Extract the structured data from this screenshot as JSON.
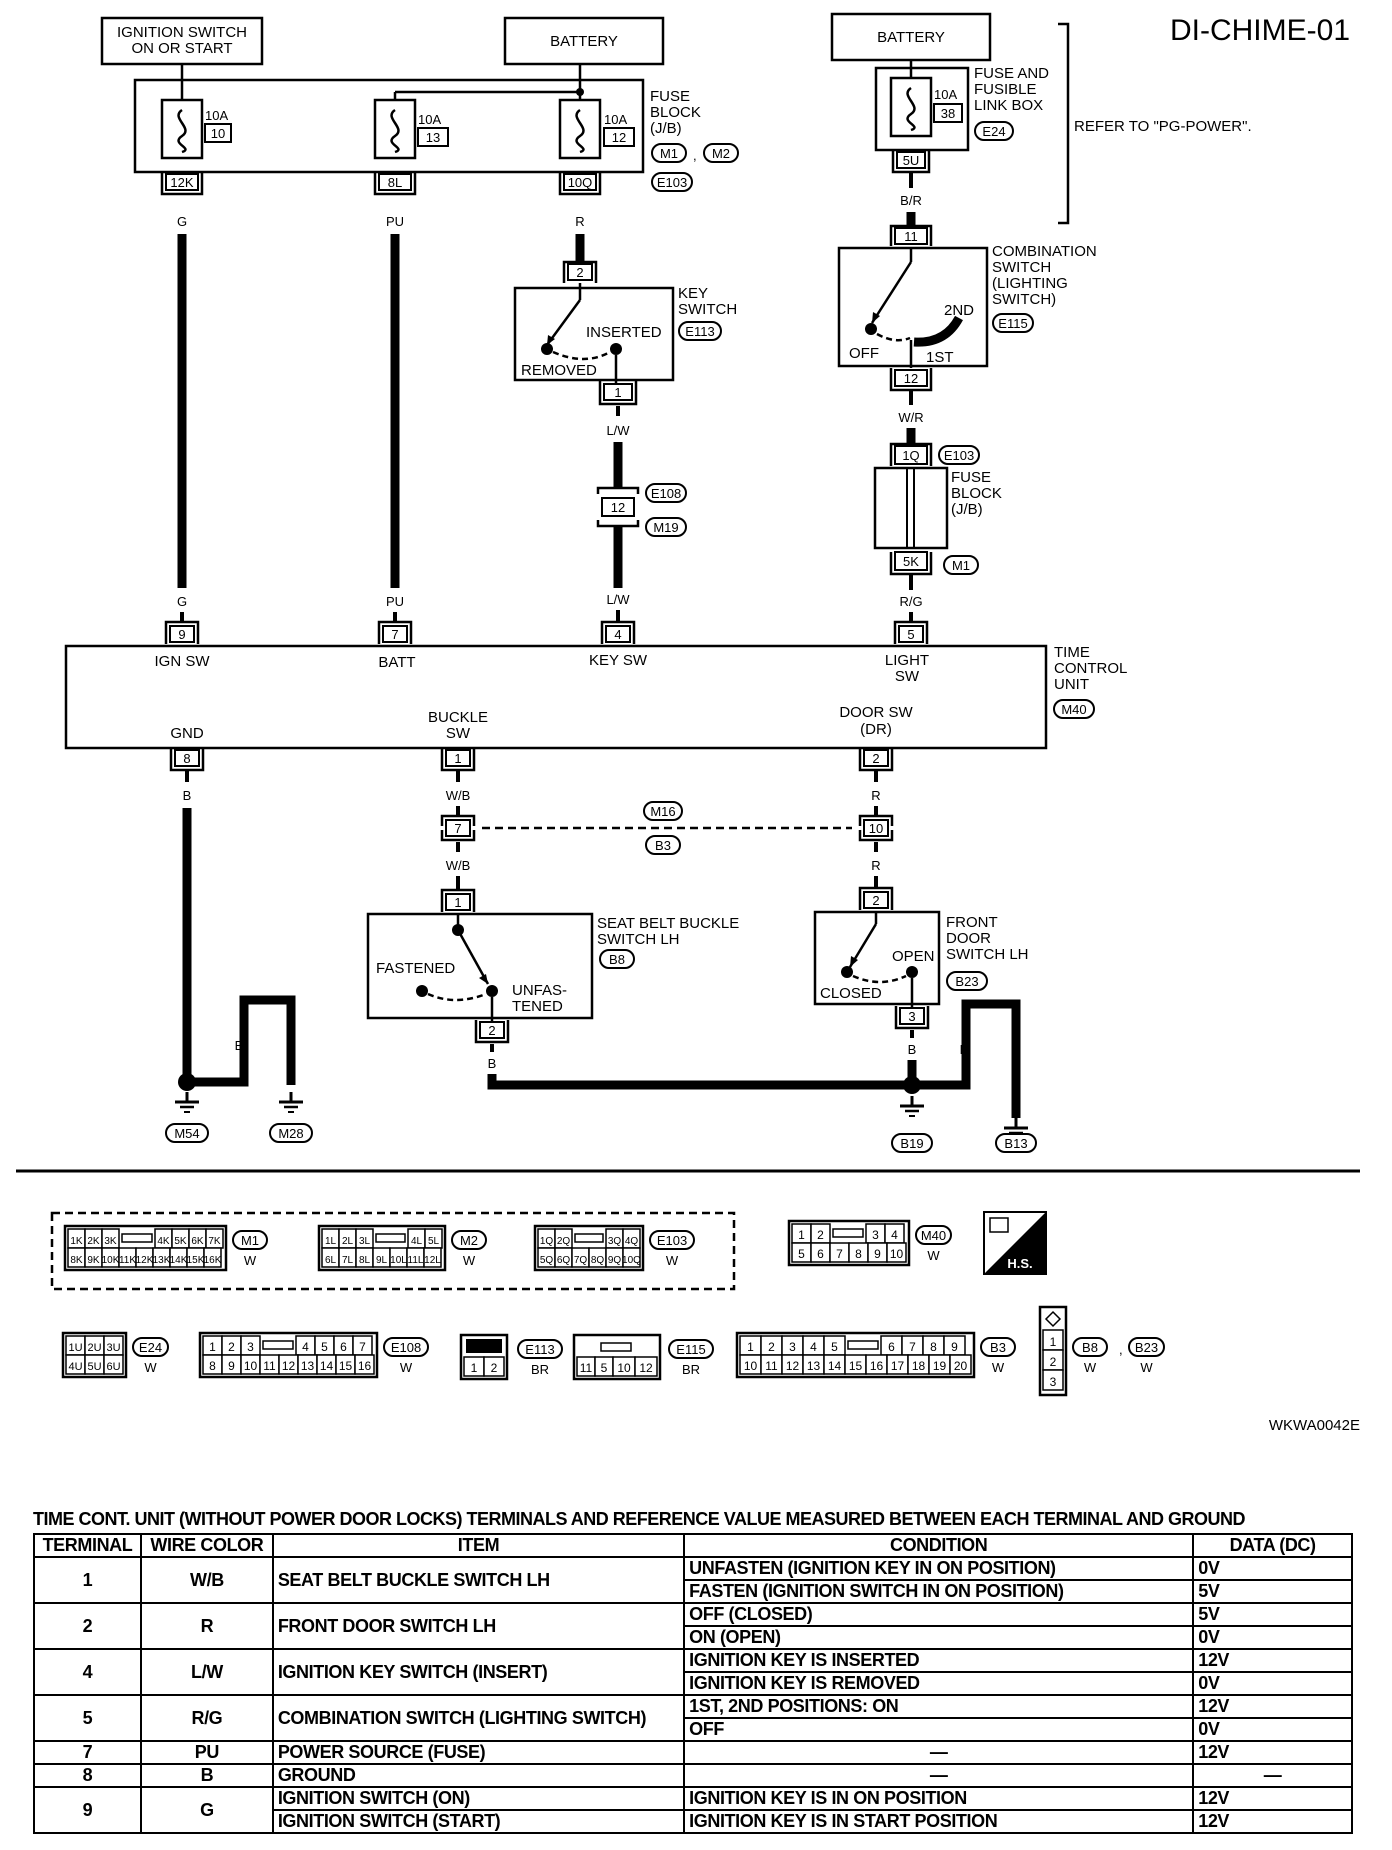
{
  "diagram_id": "DI-CHIME-01",
  "doc_code": "WKWA0042E",
  "refer_note": "REFER TO \"PG-POWER\".",
  "top": {
    "ign_switch": [
      "IGNITION SWITCH",
      "ON OR START"
    ],
    "battery1": "BATTERY",
    "battery2": "BATTERY",
    "fuse_block_label": [
      "FUSE",
      "BLOCK",
      "(J/B)"
    ],
    "fuse_block_conns": [
      "M1",
      "M2",
      "E103"
    ],
    "fuse_link_box_label": [
      "FUSE AND",
      "FUSIBLE",
      "LINK BOX"
    ],
    "fuse_link_box_conn": "E24",
    "fuses": [
      {
        "amp": "10A",
        "num": "10",
        "term": "12K",
        "wire": "G"
      },
      {
        "amp": "10A",
        "num": "13",
        "term": "8L",
        "wire": "PU"
      },
      {
        "amp": "10A",
        "num": "12",
        "term": "10Q",
        "wire": "R"
      },
      {
        "amp": "10A",
        "num": "38",
        "term": "5U",
        "wire": "B/R"
      }
    ]
  },
  "key_switch": {
    "label": [
      "KEY",
      "SWITCH"
    ],
    "conn": "E113",
    "pin_in": "2",
    "pin_out": "1",
    "inserted": "INSERTED",
    "removed": "REMOVED",
    "wire_out": "L/W",
    "joint": "12",
    "joint_conns": [
      "E108",
      "M19"
    ],
    "wire_after": "L/W"
  },
  "combo_switch": {
    "label": [
      "COMBINATION",
      "SWITCH",
      "(LIGHTING",
      "SWITCH)"
    ],
    "conn": "E115",
    "pin_in": "11",
    "pin_out": "12",
    "off": "OFF",
    "first": "1ST",
    "second": "2ND",
    "wire_out": "W/R"
  },
  "fuse_block2": {
    "label": [
      "FUSE",
      "BLOCK",
      "(J/B)"
    ],
    "term_in": "1Q",
    "conn_in": "E103",
    "term_out": "5K",
    "conn_out": "M1",
    "wire_out": "R/G"
  },
  "tcu": {
    "label": [
      "TIME",
      "CONTROL",
      "UNIT"
    ],
    "conn": "M40",
    "top_pins": [
      {
        "pin": "9",
        "name": "IGN SW",
        "wire": "G"
      },
      {
        "pin": "7",
        "name": "BATT",
        "wire": "PU"
      },
      {
        "pin": "4",
        "name": "KEY SW",
        "wire": "L/W"
      },
      {
        "pin": "5",
        "name": "LIGHT",
        "name2": "SW",
        "wire": "R/G"
      }
    ],
    "bottom_pins": [
      {
        "pin": "8",
        "name": "GND",
        "wire": "B"
      },
      {
        "pin": "1",
        "name": "BUCKLE",
        "name2": "SW",
        "wire": "W/B"
      },
      {
        "pin": "2",
        "name": "DOOR SW",
        "name2": "(DR)",
        "wire": "R"
      }
    ]
  },
  "harness_joint": {
    "pin_left": "7",
    "pin_right": "10",
    "conns": [
      "M16",
      "B3"
    ],
    "wire_left": "W/B",
    "wire_right": "R"
  },
  "seat_belt": {
    "label": [
      "SEAT BELT BUCKLE",
      "SWITCH LH"
    ],
    "conn": "B8",
    "pin_in": "1",
    "pin_out": "2",
    "fastened": "FASTENED",
    "unfastened": [
      "UNFAS-",
      "TENED"
    ],
    "wire_out": "B"
  },
  "door_switch": {
    "label": [
      "FRONT",
      "DOOR",
      "SWITCH LH"
    ],
    "conn": "B23",
    "pin_in": "2",
    "pin_out": "3",
    "open": "OPEN",
    "closed": "CLOSED",
    "wire_out": "B"
  },
  "grounds": {
    "wires": [
      "B",
      "B",
      "B",
      "B",
      "B",
      "B"
    ],
    "labels": [
      "M54",
      "M28",
      "B19",
      "B13"
    ]
  },
  "connector_views": {
    "m1": {
      "top": [
        "1K",
        "2K",
        "3K",
        "4K",
        "5K",
        "6K",
        "7K"
      ],
      "bottom": [
        "8K",
        "9K",
        "10K",
        "11K",
        "12K",
        "13K",
        "14K",
        "15K",
        "16K"
      ],
      "code": "M1",
      "color": "W"
    },
    "m2": {
      "top": [
        "1L",
        "2L",
        "3L",
        "4L",
        "5L"
      ],
      "bottom": [
        "6L",
        "7L",
        "8L",
        "9L",
        "10L",
        "11L",
        "12L"
      ],
      "code": "M2",
      "color": "W"
    },
    "e103": {
      "top": [
        "1Q",
        "2Q",
        "3Q",
        "4Q"
      ],
      "bottom": [
        "5Q",
        "6Q",
        "7Q",
        "8Q",
        "9Q",
        "10Q"
      ],
      "code": "E103",
      "color": "W"
    },
    "m40": {
      "top": [
        "1",
        "2",
        "3",
        "4"
      ],
      "bottom": [
        "5",
        "6",
        "7",
        "8",
        "9",
        "10"
      ],
      "code": "M40",
      "color": "W"
    },
    "hs": "H.S.",
    "e24": {
      "top": [
        "1U",
        "2U",
        "3U"
      ],
      "bottom": [
        "4U",
        "5U",
        "6U"
      ],
      "code": "E24",
      "color": "W"
    },
    "e108": {
      "top": [
        "1",
        "2",
        "3",
        "4",
        "5",
        "6",
        "7"
      ],
      "bottom": [
        "8",
        "9",
        "10",
        "11",
        "12",
        "13",
        "14",
        "15",
        "16"
      ],
      "code": "E108",
      "color": "W"
    },
    "e113": {
      "pins": [
        "1",
        "2"
      ],
      "code": "E113",
      "color": "BR"
    },
    "e115": {
      "pins": [
        "11",
        "5",
        "10",
        "12"
      ],
      "code": "E115",
      "color": "BR"
    },
    "b3": {
      "top": [
        "1",
        "2",
        "3",
        "4",
        "5",
        "6",
        "7",
        "8",
        "9"
      ],
      "bottom": [
        "10",
        "11",
        "12",
        "13",
        "14",
        "15",
        "16",
        "17",
        "18",
        "19",
        "20"
      ],
      "code": "B3",
      "color": "W"
    },
    "b8": {
      "pins": [
        "1",
        "2",
        "3"
      ],
      "codes": [
        "B8",
        "B23"
      ],
      "colors": [
        "W",
        "W"
      ]
    }
  },
  "table": {
    "title": "TIME CONT. UNIT (WITHOUT POWER DOOR LOCKS) TERMINALS AND REFERENCE VALUE MEASURED BETWEEN EACH TERMINAL AND GROUND",
    "headers": [
      "TERMINAL",
      "WIRE COLOR",
      "ITEM",
      "CONDITION",
      "DATA (DC)"
    ],
    "r1": {
      "term": "1",
      "wire": "W/B",
      "item": "SEAT BELT BUCKLE SWITCH LH",
      "c1": "UNFASTEN (IGNITION KEY IN ON POSITION)",
      "d1": "0V",
      "c2": "FASTEN (IGNITION SWITCH IN ON POSITION)",
      "d2": "5V"
    },
    "r2": {
      "term": "2",
      "wire": "R",
      "item": "FRONT DOOR SWITCH LH",
      "c1": "OFF (CLOSED)",
      "d1": "5V",
      "c2": "ON (OPEN)",
      "d2": "0V"
    },
    "r4": {
      "term": "4",
      "wire": "L/W",
      "item": "IGNITION KEY SWITCH (INSERT)",
      "c1": "IGNITION KEY IS INSERTED",
      "d1": "12V",
      "c2": "IGNITION KEY IS REMOVED",
      "d2": "0V"
    },
    "r5": {
      "term": "5",
      "wire": "R/G",
      "item": "COMBINATION SWITCH (LIGHTING SWITCH)",
      "c1": "1ST, 2ND POSITIONS: ON",
      "d1": "12V",
      "c2": "OFF",
      "d2": "0V"
    },
    "r7": {
      "term": "7",
      "wire": "PU",
      "item": "POWER SOURCE (FUSE)",
      "c1": "—",
      "d1": "12V"
    },
    "r8": {
      "term": "8",
      "wire": "B",
      "item": "GROUND",
      "c1": "—",
      "d1": "—"
    },
    "r9": {
      "term": "9",
      "wire": "G",
      "item1": "IGNITION SWITCH (ON)",
      "c1": "IGNITION KEY IS IN ON POSITION",
      "d1": "12V",
      "item2": "IGNITION SWITCH (START)",
      "c2": "IGNITION KEY IS IN START POSITION",
      "d2": "12V"
    }
  }
}
